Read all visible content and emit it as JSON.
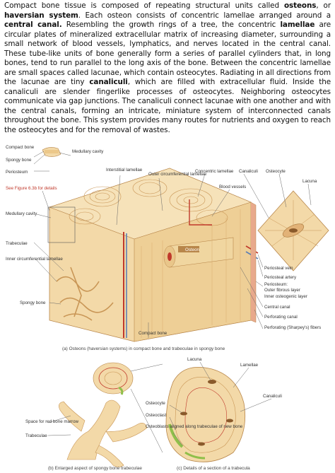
{
  "paragraph": {
    "s1_pre": "Compact bone tissue is composed of repeating structural units called ",
    "osteons": "osteons",
    "s1_mid": ", or ",
    "haversian": "haversian system",
    "s2_pre": ". Each osteon consists of concentric lamellae arranged around a ",
    "central_canal": "central canal.",
    "s3_pre": " Resembling the growth rings of a tree, the concentric ",
    "lamellae": "lamellae",
    "s3_post": " are circular plates of mineralized extracellular matrix of increasing diameter, surrounding a small network of blood vessels, lymphatics, and nerves located in the central canal. These tube-like units of bone generally form a series of parallel cylinders that, in long bones, tend to run parallel to the long axis of the bone. Between the concentric lamellae are small spaces called lacunae, which contain osteocytes. Radiating in all directions from the lacunae are tiny ",
    "canaliculi": "canaliculi",
    "s4_post": ", which are filled with extracellular fluid. Inside the canaliculi are slender fingerlike processes of osteocytes. Neighboring osteocytes communicate via gap junctions. The canaliculi connect lacunae with one another and with the central canals, forming an intricate, miniature system of interconnected canals throughout the bone. This system provides many routes for nutrients and oxygen to reach the osteocytes and for the removal of wastes."
  },
  "figure_a": {
    "labels": {
      "compact_bone": "Compact bone",
      "spongy_bone_top": "Spongy bone",
      "medullary_cavity_top": "Medullary cavity",
      "periosteum": "Periosteum",
      "see_figure": "See Figure 6.3b for details",
      "medullary_cavity": "Medullary cavity",
      "trabeculae": "Trabeculae",
      "inner_circumferential": "Inner circumferential lamellae",
      "spongy_bone": "Spongy bone",
      "compact_bone_bottom": "Compact bone",
      "interstitial": "Interstitial lamellae",
      "outer_circumferential": "Outer circumferential lamellae",
      "concentric_lamellae": "Concentric lamellae",
      "canaliculi": "Canaliculi",
      "osteocyte": "Osteocyte",
      "lacuna": "Lacuna",
      "blood_vessels": "Blood vessels",
      "osteon": "Osteon",
      "periosteal_vein": "Periosteal vein",
      "periosteal_artery": "Periosteal artery",
      "periosteum_r": "Periosteum:",
      "outer_fibrous": "Outer fibrous layer",
      "inner_osteogenic": "Inner osteogenic layer",
      "central_canal": "Central canal",
      "perforating_canal": "Perforating canal",
      "perforating_fibers": "Perforating (Sharpey's) fibers"
    },
    "caption": "(a) Osteons (haversian systems) in compact bone and trabeculae in spongy bone"
  },
  "figure_b": {
    "labels": {
      "space_red_marrow": "Space for red bone marrow",
      "trabeculae": "Trabeculae"
    },
    "caption": "(b) Enlarged aspect of spongy bone trabeculae"
  },
  "figure_c": {
    "labels": {
      "lacuna": "Lacuna",
      "lamellae": "Lamellae",
      "canaliculi": "Canaliculi",
      "osteocyte": "Osteocyte",
      "osteoclast": "Osteoclast",
      "osteoblasts": "Osteoblasts aligned along trabeculae of new bone"
    },
    "caption": "(c) Details of a section of a trabecula"
  },
  "colors": {
    "bone": "#f3d9a8",
    "bone_dark": "#d9a866",
    "vessel_red": "#c0392b",
    "vessel_blue": "#5b7fb5",
    "nerve_green": "#8fbf4a"
  }
}
